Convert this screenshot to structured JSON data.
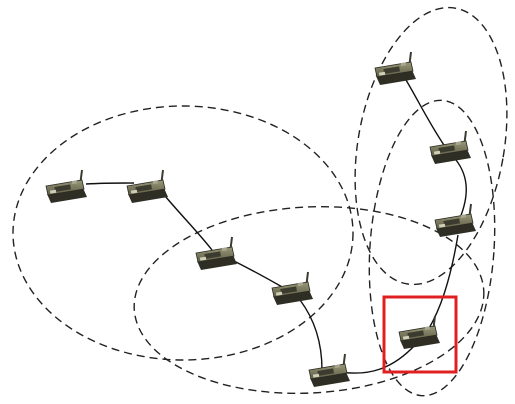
{
  "diagram": {
    "nodes": [
      {
        "id": "n1"
      },
      {
        "id": "n2"
      },
      {
        "id": "n3"
      },
      {
        "id": "n4"
      },
      {
        "id": "n5"
      },
      {
        "id": "n6"
      },
      {
        "id": "n7"
      },
      {
        "id": "n8"
      },
      {
        "id": "n9"
      },
      {
        "id": "n10"
      }
    ],
    "links": [
      [
        "n1",
        "n2"
      ],
      [
        "n2",
        "n3"
      ],
      [
        "n3",
        "n4"
      ],
      [
        "n4",
        "n5"
      ],
      [
        "n5",
        "n10"
      ],
      [
        "n10",
        "n9"
      ],
      [
        "n9",
        "n8"
      ],
      [
        "n8",
        "n7"
      ]
    ],
    "clusters": [
      {
        "id": "cluster-left",
        "members": [
          "n1",
          "n2",
          "n3",
          "n4"
        ]
      },
      {
        "id": "cluster-bottom",
        "members": [
          "n3",
          "n4",
          "n5",
          "n10"
        ]
      },
      {
        "id": "cluster-top-right",
        "members": [
          "n7",
          "n8",
          "n9"
        ]
      },
      {
        "id": "cluster-right",
        "members": [
          "n8",
          "n9",
          "n10"
        ]
      }
    ],
    "highlighted_node": "n10",
    "colors": {
      "highlight": "#e02020",
      "cluster_stroke": "#222222",
      "link": "#111111",
      "device_body": "#6b6a52",
      "device_dark": "#2e2e24"
    }
  }
}
